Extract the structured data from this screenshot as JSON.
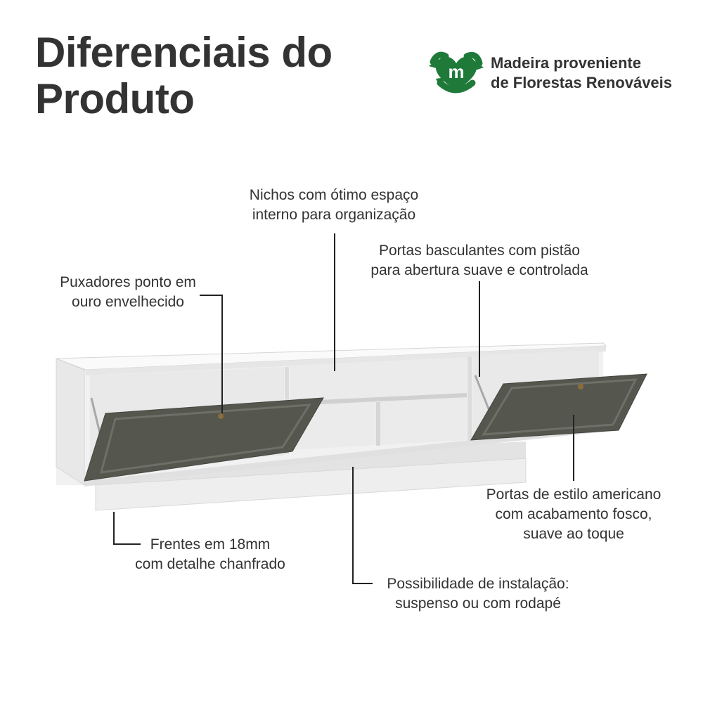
{
  "title": {
    "line1": "Diferenciais do",
    "line2": "Produto"
  },
  "badge": {
    "icon": "recycle-m-icon",
    "icon_letter": "m",
    "line1": "Madeira proveniente",
    "line2": "de Florestas Renováveis",
    "color": "#1f7a3a"
  },
  "callouts": {
    "nichos": {
      "line1": "Nichos com ótimo espaço",
      "line2": "interno para organização"
    },
    "portas_basculantes": {
      "line1": "Portas basculantes com pistão",
      "line2": "para abertura suave e controlada"
    },
    "puxadores": {
      "line1": "Puxadores ponto em",
      "line2": "ouro envelhecido"
    },
    "portas_estilo": {
      "line1": "Portas de estilo americano",
      "line2": "com acabamento fosco,",
      "line3": "suave ao toque"
    },
    "frentes": {
      "line1": "Frentes em 18mm",
      "line2": "com detalhe chanfrado"
    },
    "instalacao": {
      "line1": "Possibilidade de instalação:",
      "line2": "suspenso ou com rodapé"
    }
  },
  "colors": {
    "text": "#333333",
    "door": "#55574f",
    "cabinet": "#f4f4f4",
    "handle": "#8a6d3b"
  }
}
